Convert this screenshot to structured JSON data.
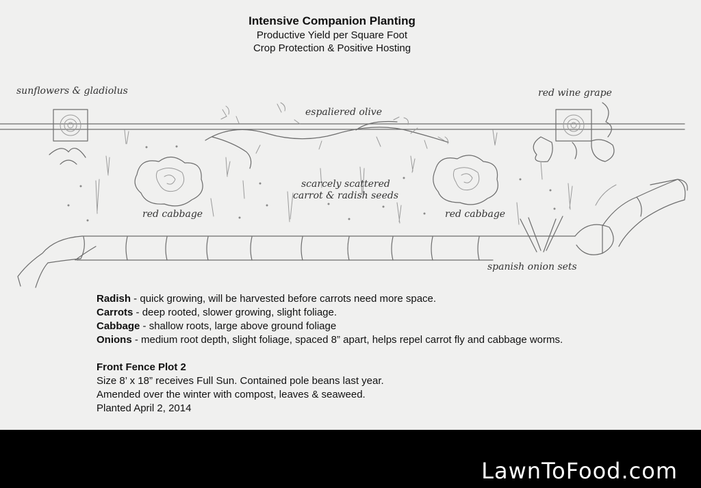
{
  "title": {
    "main": "Intensive Companion Planting",
    "line2": "Productive Yield per Square Foot",
    "line3": "Crop Protection & Positive Hosting"
  },
  "labels": {
    "sunflowers": "sunflowers & gladiolus",
    "grape": "red wine grape",
    "olive": "espaliered olive",
    "seeds_line1": "scarcely scattered",
    "seeds_line2": "carrot & radish seeds",
    "cabbage_left": "red cabbage",
    "cabbage_right": "red cabbage",
    "onions": "spanish onion sets"
  },
  "notes": {
    "radish": {
      "term": "Radish",
      "text": " - quick growing, will be harvested before carrots need more space."
    },
    "carrots": {
      "term": "Carrots",
      "text": " - deep rooted, slower growing, slight foliage."
    },
    "cabbage": {
      "term": "Cabbage",
      "text": " - shallow roots, large above ground foliage"
    },
    "onions": {
      "term": "Onions",
      "text": " - medium root depth, slight foliage, spaced 8” apart, helps repel carrot fly and cabbage worms."
    }
  },
  "plot": {
    "heading": "Front Fence Plot 2",
    "line1": "Size 8’ x 18” receives Full Sun. Contained pole beans last year.",
    "line2": "Amended over the winter with compost, leaves & seaweed.",
    "line3": "Planted April 2, 2014"
  },
  "footer": {
    "brand": "LawnToFood.com"
  },
  "colors": {
    "paper": "#f0f0ef",
    "pencil": "#6c6c6c",
    "footer": "#000000",
    "brand": "#ffffff"
  }
}
